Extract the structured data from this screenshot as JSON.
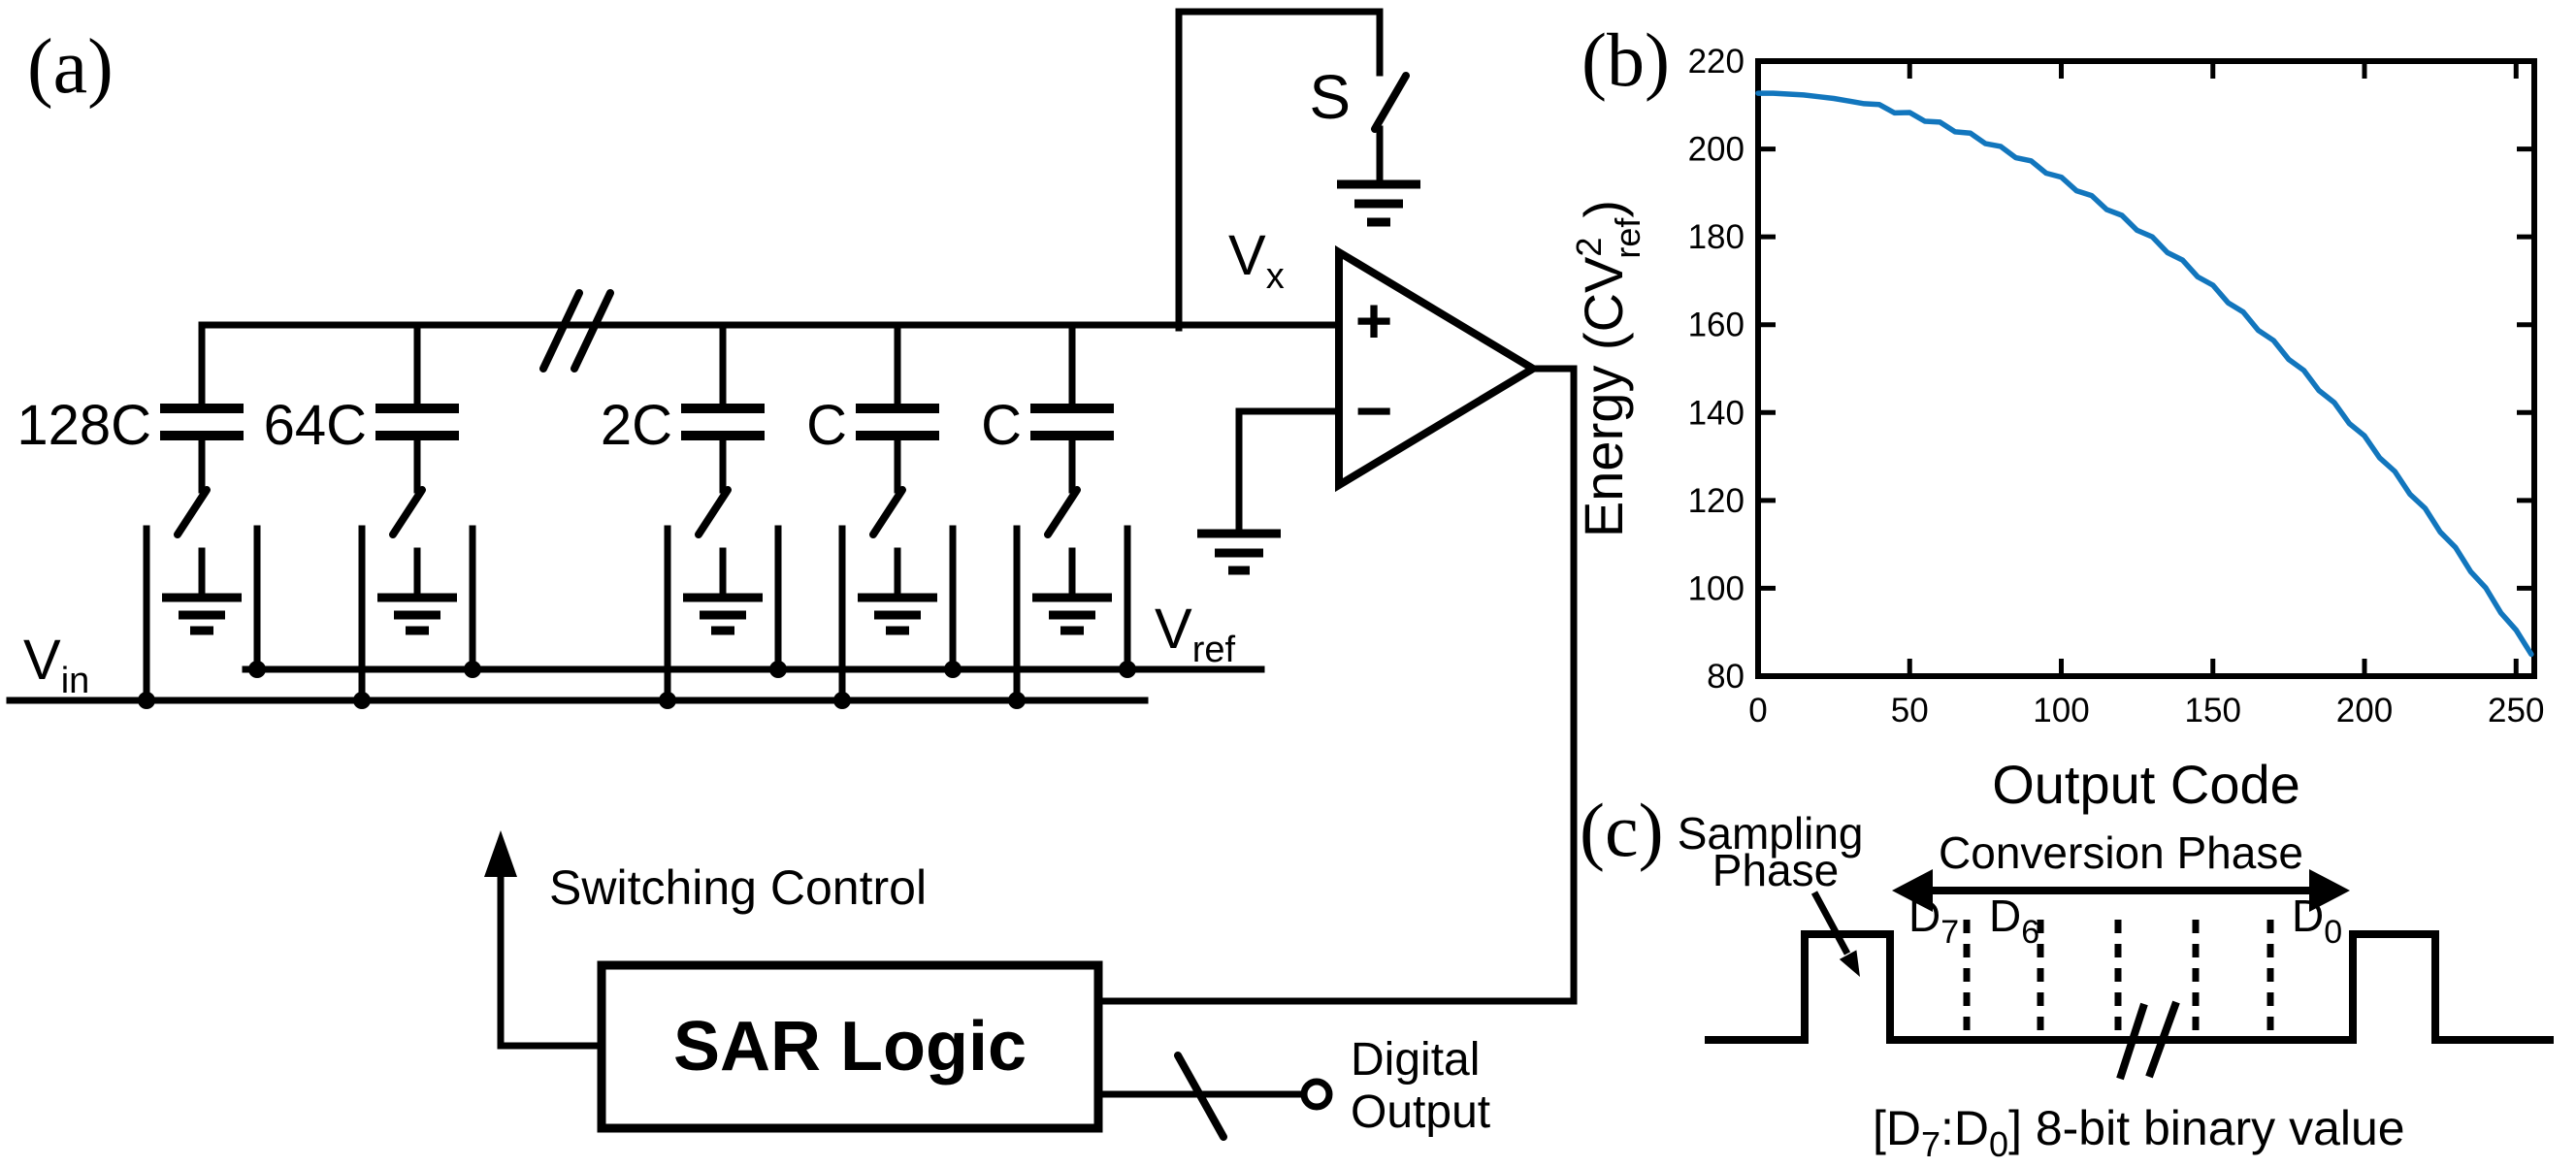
{
  "figure": {
    "panel_a_label": "(a)",
    "panel_b_label": "(b)",
    "panel_c_label": "(c)"
  },
  "circuit": {
    "cap_labels": [
      "128C",
      "64C",
      "2C",
      "C",
      "C"
    ],
    "switch_label": "S",
    "node_vx": {
      "base": "V",
      "sub": "x"
    },
    "node_vin": {
      "base": "V",
      "sub": "in"
    },
    "node_vref": {
      "base": "V",
      "sub": "ref"
    },
    "comparator": {
      "plus": "+",
      "minus": "−"
    },
    "sar_logic_label": "SAR Logic",
    "switching_control_label": "Switching Control",
    "digital_output_line1": "Digital",
    "digital_output_line2": "Output"
  },
  "chart_data": {
    "type": "line",
    "title": "",
    "xlabel": "Output Code",
    "ylabel": "Energy (CV^2_ref)",
    "ylabel_parts": {
      "pre": "Energy (CV",
      "sup": "2",
      "sub": "ref",
      "post": ")"
    },
    "xlim": [
      0,
      256
    ],
    "ylim": [
      80,
      220
    ],
    "xticks": [
      0,
      50,
      100,
      150,
      200,
      250
    ],
    "yticks": [
      80,
      100,
      120,
      140,
      160,
      180,
      200,
      220
    ],
    "grid": false,
    "legend": null,
    "line_color": "#1276bd",
    "x": [
      0,
      5,
      10,
      15,
      20,
      25,
      30,
      35,
      40,
      45,
      50,
      55,
      60,
      65,
      70,
      75,
      80,
      85,
      90,
      95,
      100,
      105,
      110,
      115,
      120,
      125,
      130,
      135,
      140,
      145,
      150,
      155,
      160,
      165,
      170,
      175,
      180,
      185,
      190,
      195,
      200,
      205,
      210,
      215,
      220,
      225,
      230,
      235,
      240,
      245,
      250,
      255
    ],
    "y": [
      212.7,
      212.7,
      212.5,
      212.3,
      211.9,
      211.5,
      210.9,
      210.3,
      210.1,
      208.2,
      208.3,
      206.3,
      206.1,
      203.9,
      203.6,
      201.2,
      200.6,
      198.0,
      197.3,
      194.5,
      193.6,
      190.5,
      189.4,
      186.2,
      184.9,
      181.5,
      180.0,
      176.4,
      174.7,
      170.9,
      169.0,
      165.0,
      162.9,
      158.7,
      156.4,
      152.1,
      149.6,
      145.0,
      142.3,
      137.5,
      134.7,
      129.7,
      126.6,
      121.4,
      118.2,
      112.8,
      109.3,
      103.8,
      100.1,
      94.4,
      90.5,
      85.0
    ]
  },
  "timing": {
    "sampling_phase_line1": "Sampling",
    "sampling_phase_line2": "Phase",
    "conversion_phase": "Conversion Phase",
    "bits": {
      "d7": {
        "base": "D",
        "sub": "7"
      },
      "d6": {
        "base": "D",
        "sub": "6"
      },
      "d0": {
        "base": "D",
        "sub": "0"
      }
    },
    "caption": {
      "open": "[D",
      "sub1": "7",
      "mid": ":D",
      "sub2": "0",
      "close": "] 8-bit binary value"
    }
  }
}
